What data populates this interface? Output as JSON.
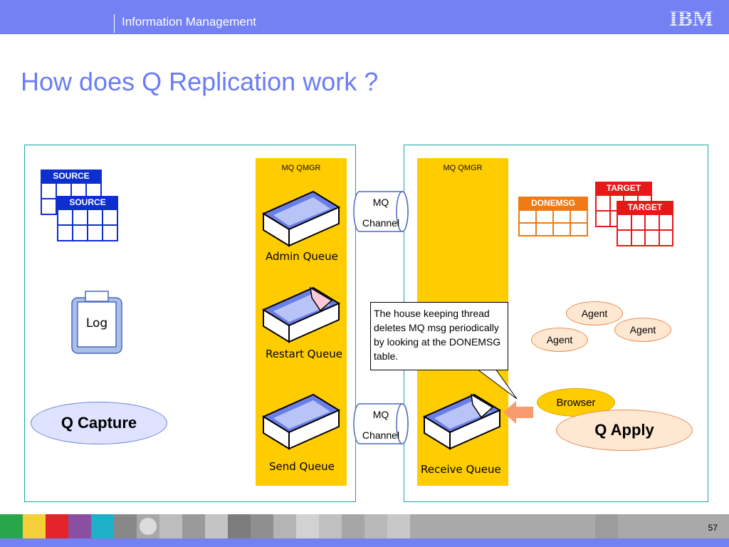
{
  "header": {
    "section_title": "Information Management",
    "logo_text": "IBM"
  },
  "title": "How does Q Replication work ?",
  "source_side": {
    "source_tables": [
      "SOURCE",
      "SOURCE"
    ],
    "log_label": "Log",
    "capture_label": "Q Capture"
  },
  "qmgr_labels": {
    "source": "MQ QMGR",
    "target": "MQ QMGR"
  },
  "queues": {
    "admin": "Admin Queue",
    "restart": "Restart Queue",
    "send": "Send Queue",
    "receive": "Receive Queue"
  },
  "channels": [
    {
      "line1": "MQ",
      "line2": "Channel"
    },
    {
      "line1": "MQ",
      "line2": "Channel"
    }
  ],
  "target_side": {
    "donemsg_label": "DONEMSG",
    "target_tables": [
      "TARGET",
      "TARGET"
    ],
    "agents": [
      "Agent",
      "Agent",
      "Agent"
    ],
    "browser_label": "Browser",
    "apply_label": "Q Apply",
    "callout_text": "The house keeping thread deletes MQ msg periodically by looking at the DONEMSG table."
  },
  "footer": {
    "page_number": "57"
  },
  "colors": {
    "header_bar": "#7381f2",
    "title": "#6a7df3",
    "qmgr": "#ffcc00",
    "source_table": "#0d2fd0",
    "target_table": "#e81818",
    "donemsg_table": "#f07a14",
    "panel_border": "#1aa3a7",
    "capture_fill": "#dfe3ff",
    "apply_fill": "#ffe8d2",
    "browser_fill": "#ffcc00",
    "arrow": "#f79a6e"
  }
}
